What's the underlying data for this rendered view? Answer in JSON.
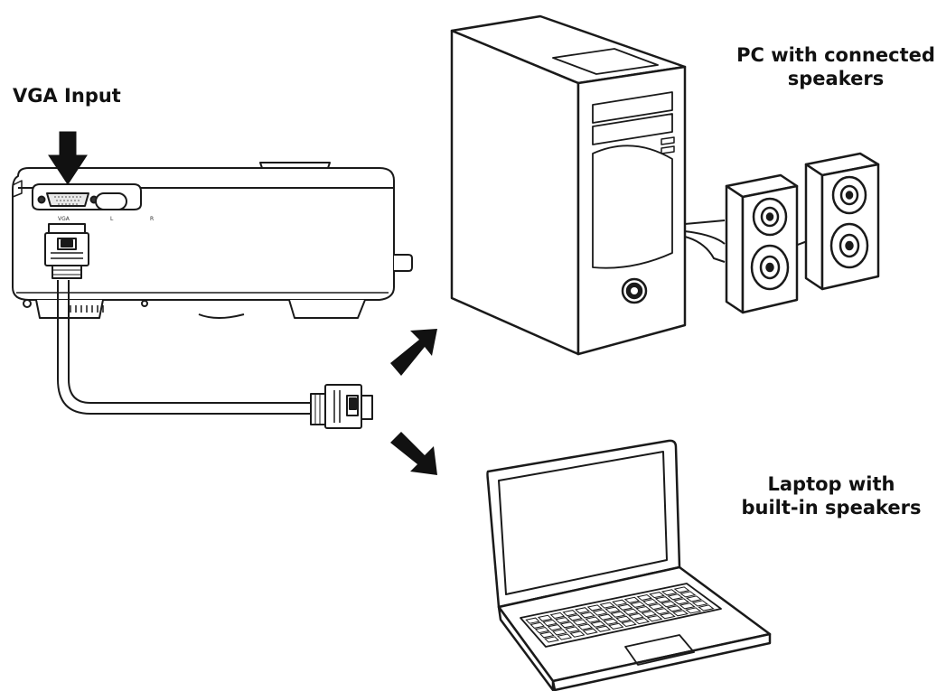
{
  "labels": {
    "vga_input": "VGA Input",
    "pc_line1": "PC with connected",
    "pc_line2": "speakers",
    "laptop_line1": "Laptop with",
    "laptop_line2": "built-in speakers"
  },
  "port_labels": {
    "vga": "VGA",
    "left": "L",
    "right": "R"
  },
  "colors": {
    "stroke": "#1a1a1a",
    "fill": "#ffffff",
    "arrow": "#111111"
  }
}
